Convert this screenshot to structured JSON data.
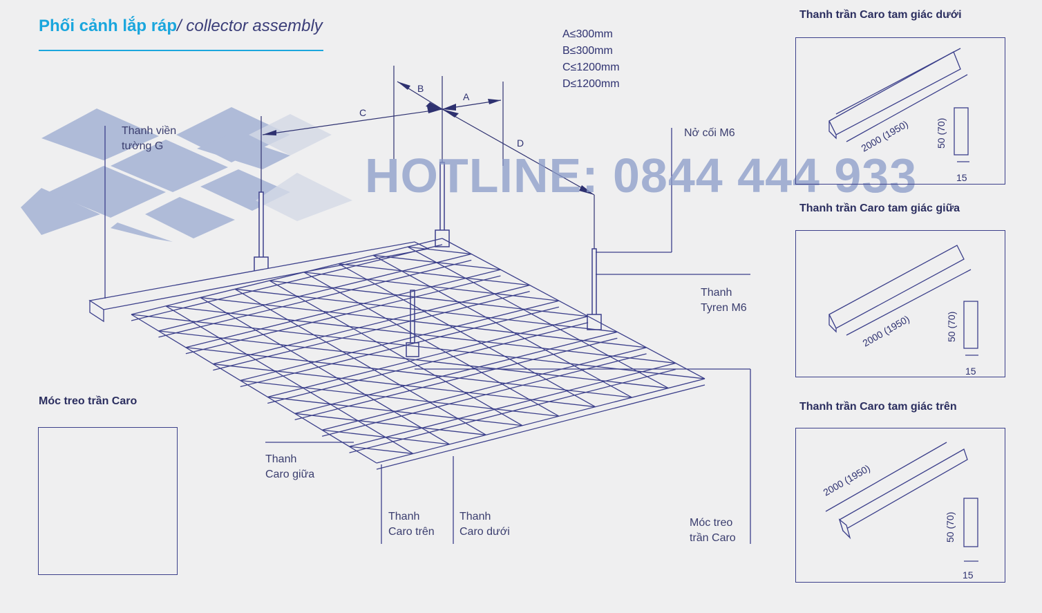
{
  "header": {
    "title": "Phối cảnh lắp ráp",
    "subtitle": "/ collector assembly"
  },
  "specs": [
    "A≤300mm",
    "B≤300mm",
    "C≤1200mm",
    "D≤1200mm"
  ],
  "dimension_letters": {
    "a": "A",
    "b": "B",
    "c": "C",
    "d": "D"
  },
  "watermark": "HOTLINE: 0844 444 933",
  "callouts": {
    "wall_trim": [
      "Thanh viền",
      "tường G"
    ],
    "anchor": "Nở cối M6",
    "threaded_rod": [
      "Thanh",
      "Tyren M6"
    ],
    "middle_bar": [
      "Thanh",
      "Caro giữa"
    ],
    "top_bar": [
      "Thanh",
      "Caro trên"
    ],
    "bottom_bar": [
      "Thanh",
      "Caro dưới"
    ],
    "hanger_clip": [
      "Móc treo",
      "trần Caro"
    ]
  },
  "hanger_panel": {
    "title": "Móc treo trần Caro"
  },
  "profiles": [
    {
      "title": "Thanh trần Caro tam giác dưới",
      "length": "2000 (1950)",
      "height": "50 (70)",
      "width": "15"
    },
    {
      "title": "Thanh trần Caro tam giác giữa",
      "length": "2000 (1950)",
      "height": "50 (70)",
      "width": "15"
    },
    {
      "title": "Thanh trần Caro tam giác trên",
      "length": "2000 (1950)",
      "height": "50 (70)",
      "width": "15"
    }
  ],
  "colors": {
    "accent": "#1aa6dd",
    "line": "#3b3f8a",
    "watermark": "#8a9bc8",
    "ceiling_panel": "#a9b6d6"
  }
}
